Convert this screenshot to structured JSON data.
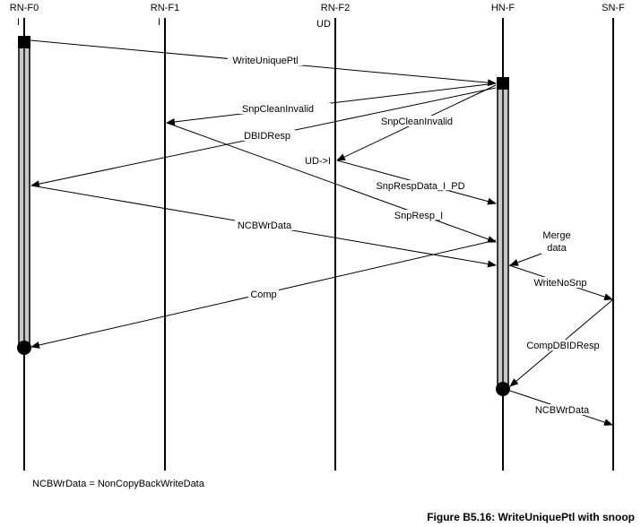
{
  "lifelines": [
    {
      "id": "rnf0",
      "name": "RN-F0",
      "state": "I"
    },
    {
      "id": "rnf1",
      "name": "RN-F1",
      "state": "I"
    },
    {
      "id": "rnf2",
      "name": "RN-F2",
      "state": "UD"
    },
    {
      "id": "hnf",
      "name": "HN-F",
      "state": ""
    },
    {
      "id": "snf",
      "name": "SN-F",
      "state": ""
    }
  ],
  "messages": [
    {
      "id": "write-unique-ptl",
      "label": "WriteUniquePtl"
    },
    {
      "id": "snp-clean-invalid-1",
      "label": "SnpCleanInvalid"
    },
    {
      "id": "snp-clean-invalid-2",
      "label": "SnpCleanInvalid"
    },
    {
      "id": "dbid-resp",
      "label": "DBIDResp"
    },
    {
      "id": "snp-resp-data-i-pd",
      "label": "SnpRespData_I_PD"
    },
    {
      "id": "snp-resp-i",
      "label": "SnpResp_I"
    },
    {
      "id": "ncb-wr-data-1",
      "label": "NCBWrData"
    },
    {
      "id": "comp",
      "label": "Comp"
    },
    {
      "id": "write-no-snp",
      "label": "WriteNoSnp"
    },
    {
      "id": "comp-dbid-resp",
      "label": "CompDBIDResp"
    },
    {
      "id": "ncb-wr-data-2",
      "label": "NCBWrData"
    }
  ],
  "annotations": {
    "state_change": "UD->I",
    "merge_line1": "Merge",
    "merge_line2": "data"
  },
  "footnote": "NCBWrData = NonCopyBackWriteData",
  "caption": "Figure B5.16: WriteUniquePtl with snoop"
}
